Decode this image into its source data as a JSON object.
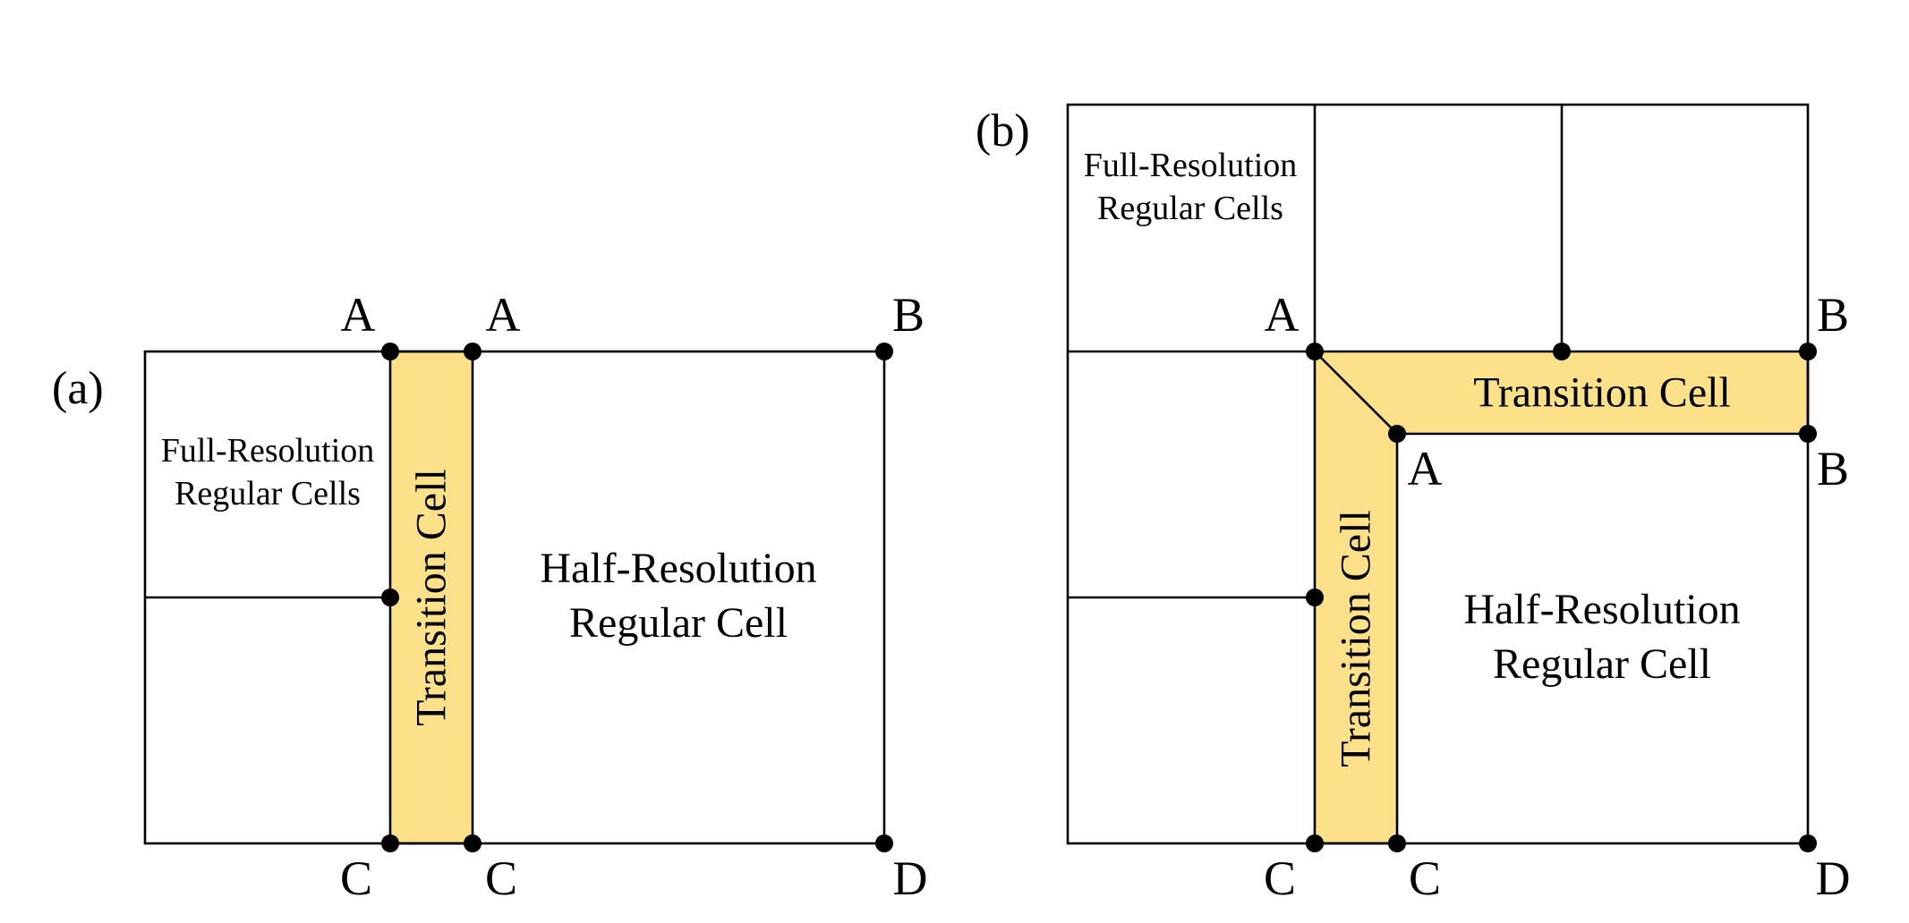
{
  "colors": {
    "transition_fill": "#FDE08A",
    "stroke": "#000000",
    "background": "#FFFFFF"
  },
  "panel_a": {
    "label": "(a)",
    "full_res_line1": "Full-Resolution",
    "full_res_line2": "Regular Cells",
    "transition_cell": "Transition Cell",
    "half_res_line1": "Half-Resolution",
    "half_res_line2": "Regular Cell",
    "vertices": {
      "a_left": "A",
      "a_right": "A",
      "b_top": "B",
      "c_left": "C",
      "c_right": "C",
      "d_bottom": "D"
    }
  },
  "panel_b": {
    "label": "(b)",
    "full_res_line1": "Full-Resolution",
    "full_res_line2": "Regular Cells",
    "transition_cell_horizontal": "Transition Cell",
    "transition_cell_vertical": "Transition Cell",
    "half_res_line1": "Half-Resolution",
    "half_res_line2": "Regular Cell",
    "vertices": {
      "a_outer": "A",
      "a_inner": "A",
      "b_top": "B",
      "b_inner": "B",
      "c_left": "C",
      "c_right": "C",
      "d_bottom": "D"
    }
  }
}
